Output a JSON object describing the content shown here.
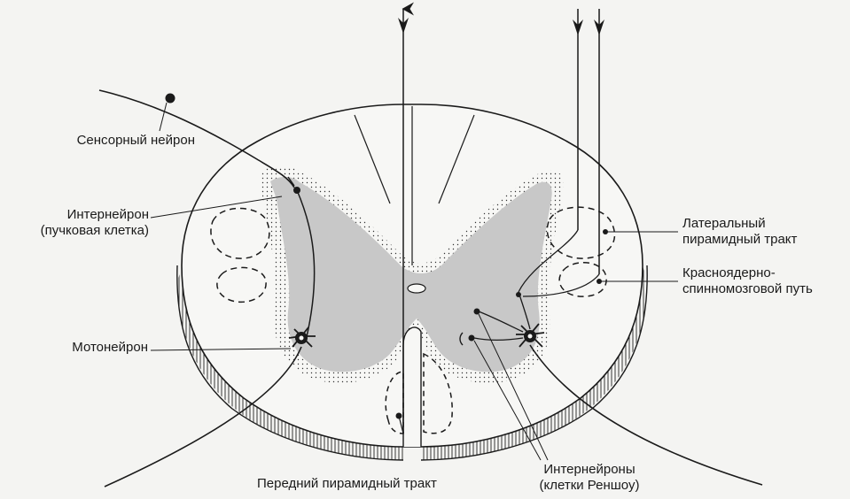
{
  "labels": {
    "sensory_neuron": "Сенсорный нейрон",
    "interneuron_line1": "Интернейрон",
    "interneuron_line2": "(пучковая клетка)",
    "motoneuron": "Мотонейрон",
    "lateral_tract_line1": "Латеральный",
    "lateral_tract_line2": "пирамидный тракт",
    "rubrospinal_line1": "Красноядерно-",
    "rubrospinal_line2": "спинномозговой путь",
    "anterior_tract": "Передний пирамидный тракт",
    "renshaw_line1": "Интернейроны",
    "renshaw_line2": "(клетки Реншоу)"
  },
  "colors": {
    "background": "#f4f4f2",
    "white_matter": "#f7f7f5",
    "gray_matter": "#c8c8c8",
    "ink": "#1a1a1a"
  }
}
